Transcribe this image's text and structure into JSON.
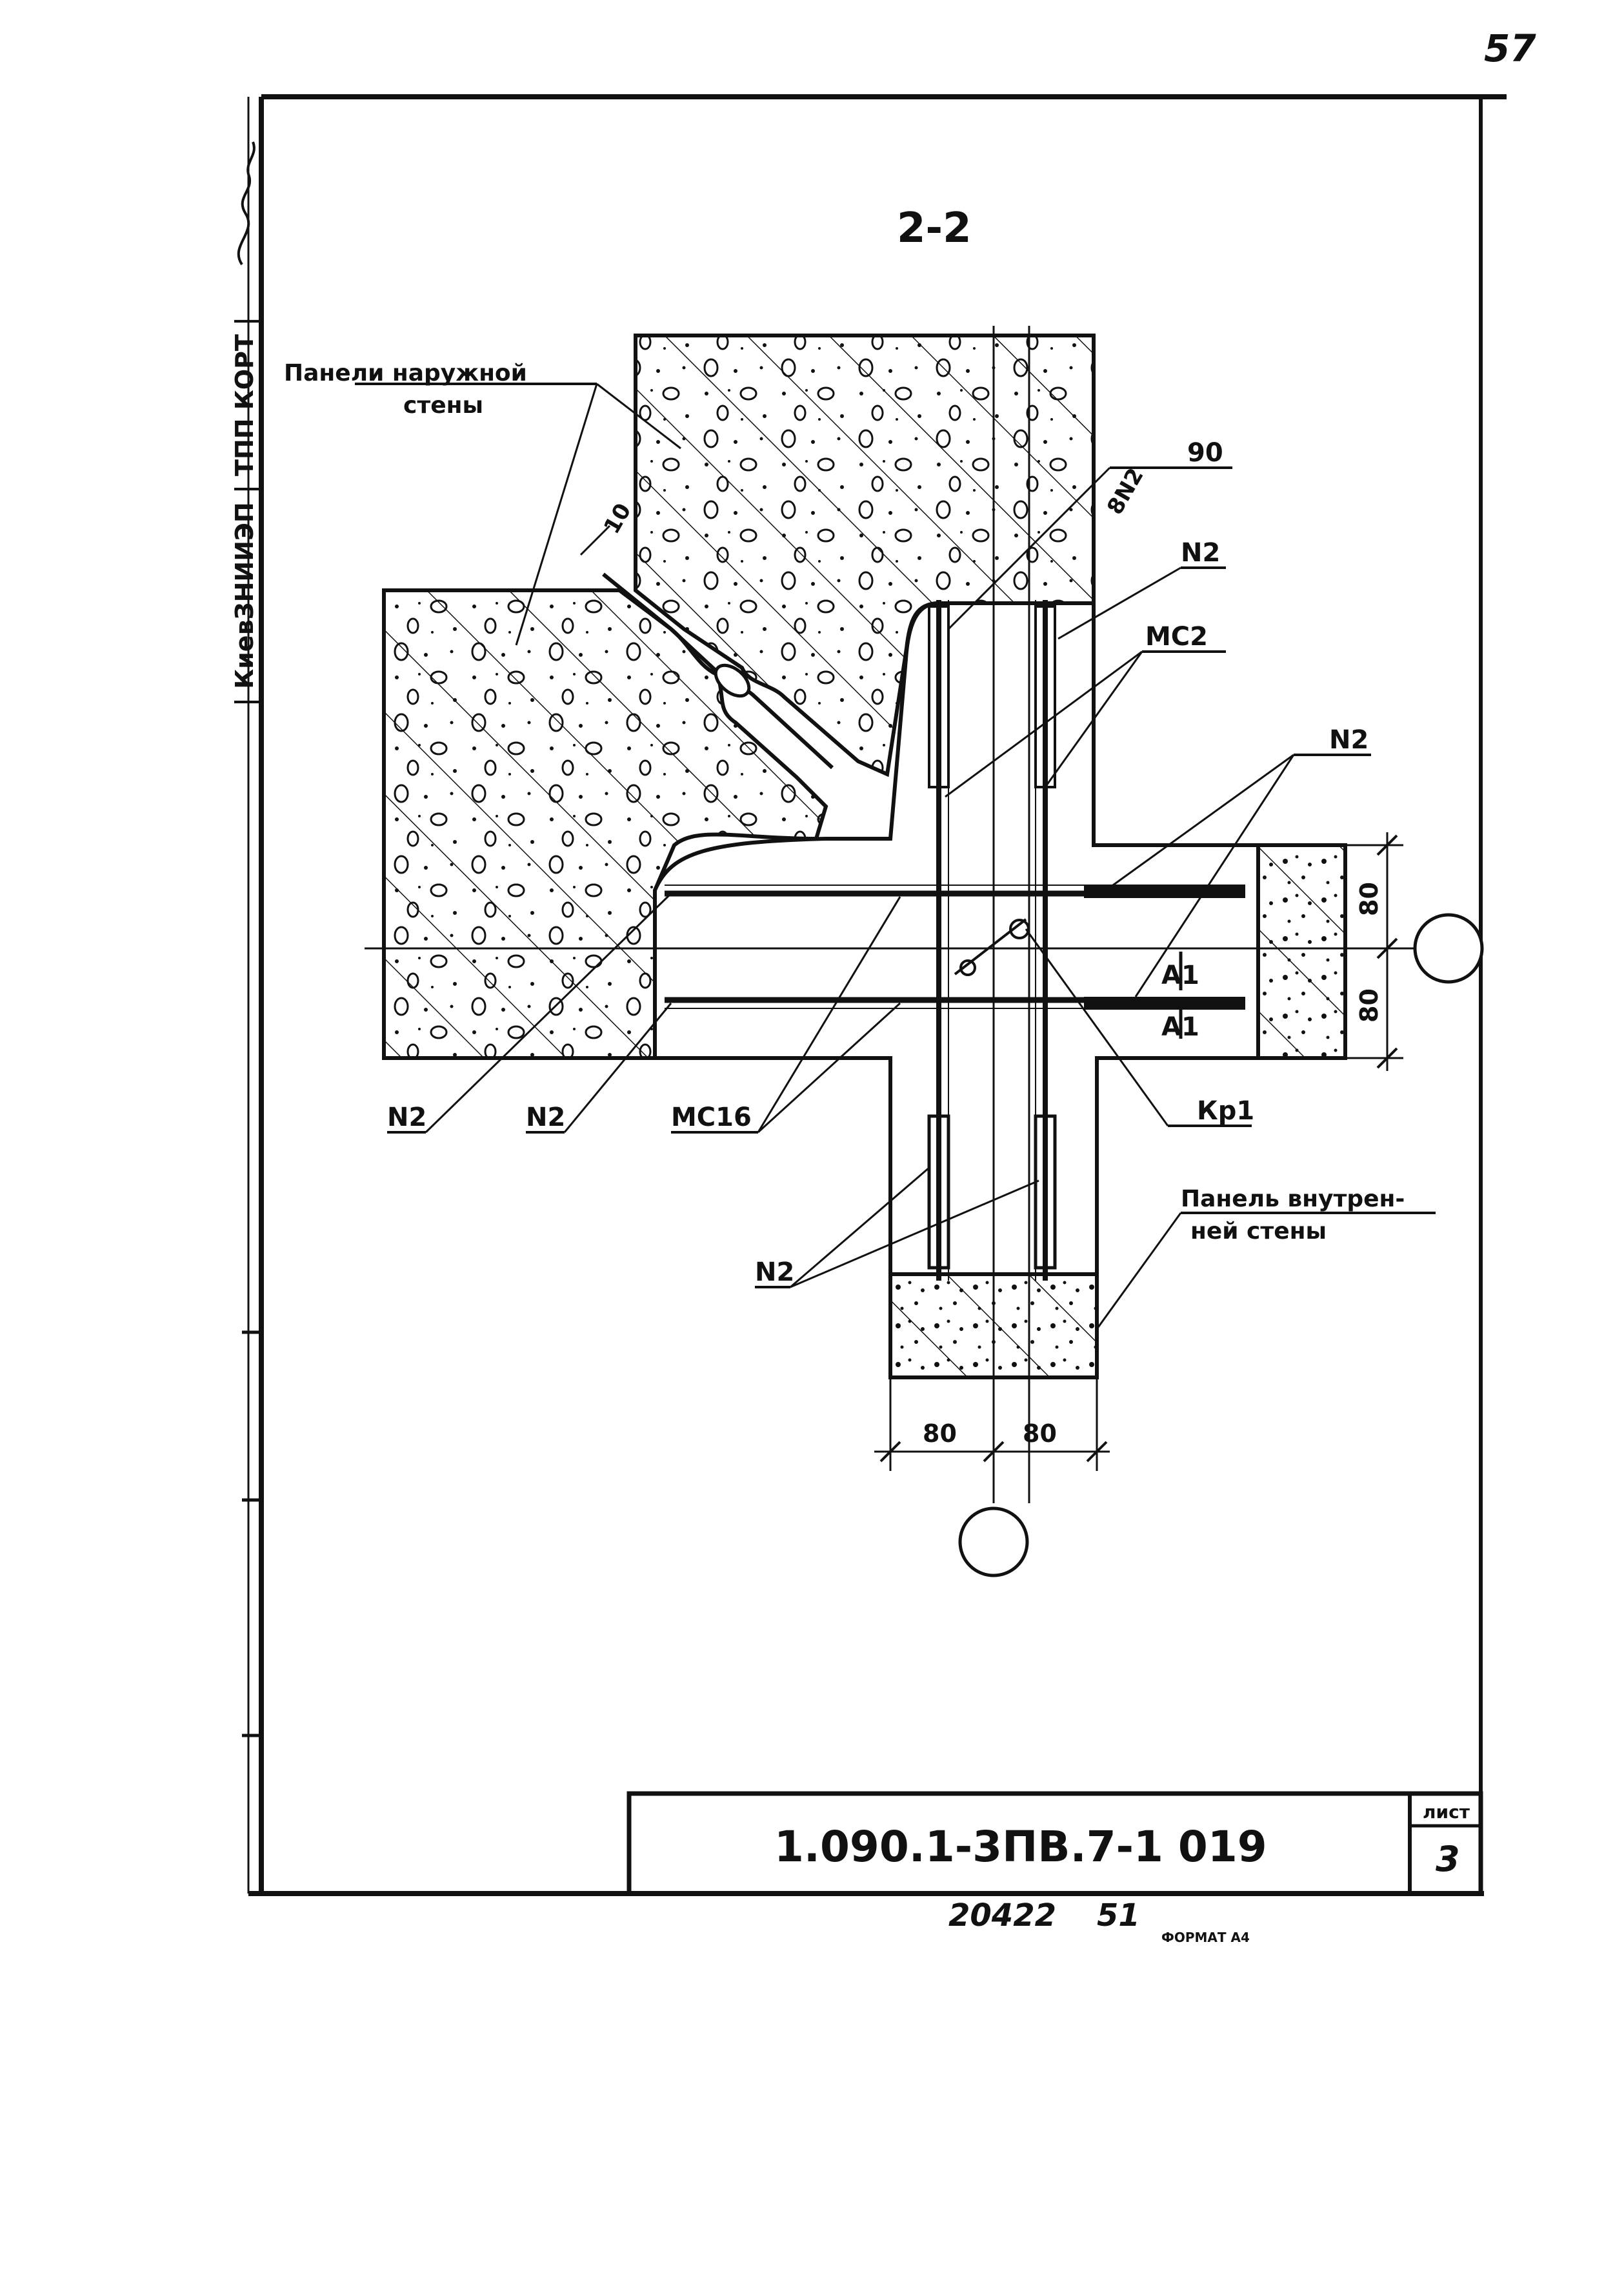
{
  "sheet": {
    "page_number": "57",
    "section_title": "2-2",
    "side_stamp": "| КиевЗНИИЭП | ТПП КОРТ |",
    "doc_code": "1.090.1-3ПВ.7-1 019",
    "sheet_label": "лист",
    "sheet_number": "3",
    "archive_number": "20422",
    "archive_number_2": "51",
    "format_note": "ФОРМАТ А4"
  },
  "annotations": {
    "outer_panels": [
      "Панели наружной",
      "стены"
    ],
    "inner_panel": [
      "Панель внутрен-",
      "ней стены"
    ],
    "gap": "10",
    "angle_tag": "8N2",
    "angle_value": "90",
    "n2_top": "N2",
    "mc2": "МС2",
    "n2_right": "N2",
    "n2_left": "N2",
    "n2_mid": "N2",
    "mc16": "МС16",
    "kr1": "Кр1",
    "n2_bottom": "N2",
    "a1_top": "А1",
    "a1_bottom": "А1",
    "dim_r_top": "80",
    "dim_r_bottom": "80",
    "dim_b_left": "80",
    "dim_b_right": "80"
  }
}
